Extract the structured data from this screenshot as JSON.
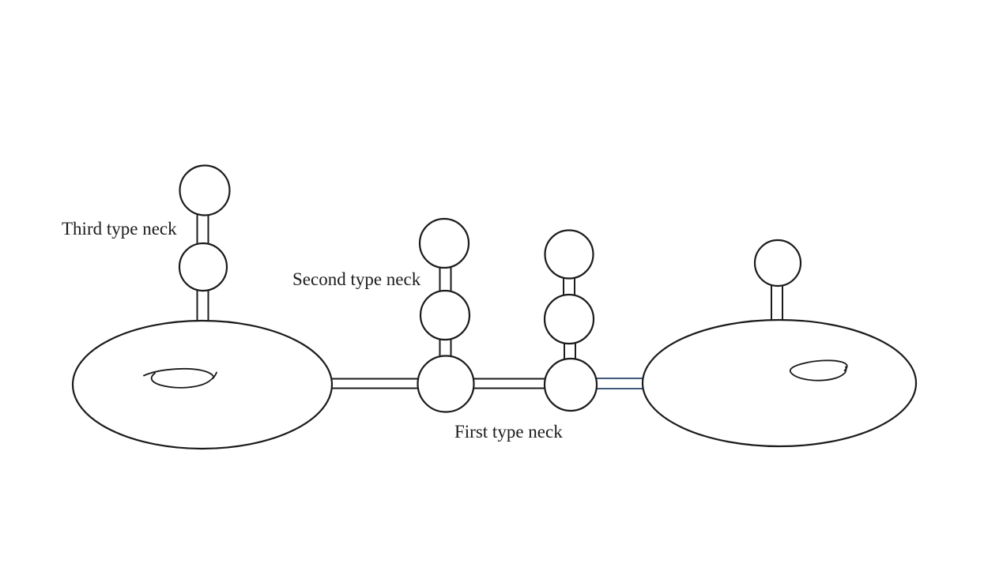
{
  "figure": {
    "background": "#ffffff",
    "line_color": "#1b1b1b",
    "highlight_neck_color": "#3e5a78",
    "text_color": "#1c1c1c",
    "labels": {
      "third_type_neck": "Third type neck",
      "second_type_neck": "Second type neck",
      "first_type_neck": "First type neck"
    },
    "structure": {
      "left_surface": "torus",
      "right_surface": "torus",
      "left_chain_sphere_count": 2,
      "middle_chain_1_sphere_count": 3,
      "middle_chain_2_sphere_count": 3,
      "right_chain_sphere_count": 1
    }
  }
}
